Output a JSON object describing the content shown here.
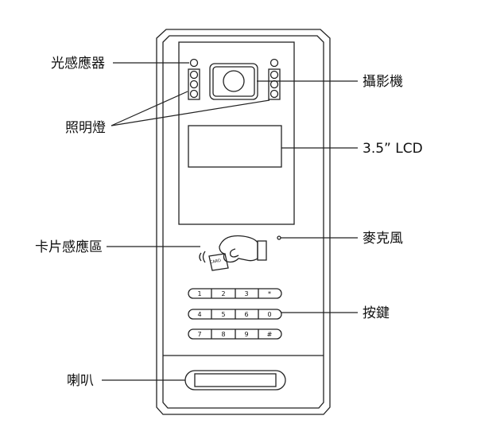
{
  "labels": {
    "light_sensor": "光感應器",
    "illumination": "照明燈",
    "card_reader": "卡片感應區",
    "speaker": "喇叭",
    "camera": "攝影機",
    "lcd": "3.5” LCD",
    "microphone": "麥克風",
    "keypad": "按鍵"
  },
  "keypad": {
    "row1": [
      "1",
      "2",
      "3",
      "*"
    ],
    "row2": [
      "4",
      "5",
      "6",
      "0"
    ],
    "row3": [
      "7",
      "8",
      "9",
      "#"
    ]
  },
  "card_text": "CARD",
  "colors": {
    "line": "#222222",
    "panel_fill": "#ffffff"
  }
}
